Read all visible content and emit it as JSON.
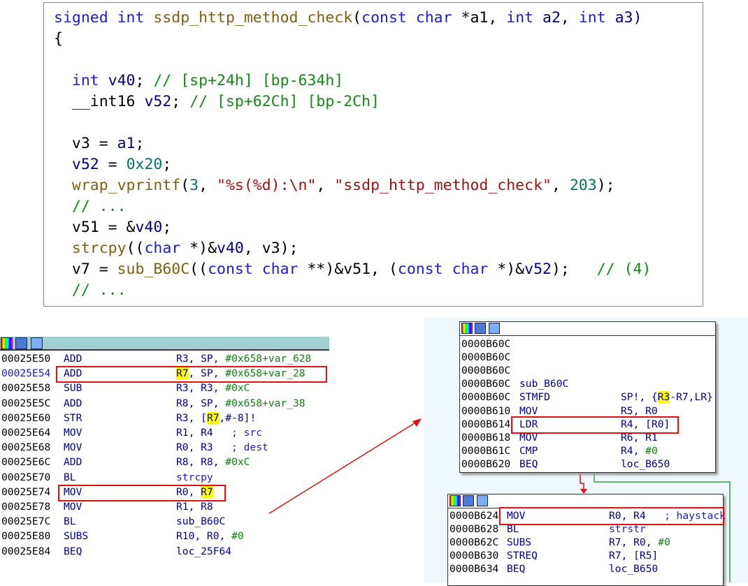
{
  "pseudocode": [
    [
      [
        "signed int ",
        "kw"
      ],
      [
        "ssdp_http_method_check",
        "fn"
      ],
      [
        "(",
        "pl"
      ],
      [
        "const char ",
        "kw"
      ],
      [
        "*a1, ",
        "pl"
      ],
      [
        "int ",
        "kw"
      ],
      [
        "a2, ",
        "id"
      ],
      [
        "int ",
        "kw"
      ],
      [
        "a3)",
        "id"
      ]
    ],
    [
      [
        "{",
        "pl"
      ]
    ],
    [],
    [
      [
        "  int ",
        "kw"
      ],
      [
        "v40",
        "id"
      ],
      [
        "; ",
        "pl"
      ],
      [
        "// [sp+24h] [bp-634h]",
        "cm"
      ]
    ],
    [
      [
        "  __int16 ",
        "pl"
      ],
      [
        "v52",
        "id"
      ],
      [
        "; ",
        "pl"
      ],
      [
        "// [sp+62Ch] [bp-2Ch]",
        "cm"
      ]
    ],
    [],
    [
      [
        "  v3 = ",
        "pl"
      ],
      [
        "a1",
        "id"
      ],
      [
        ";",
        "pl"
      ]
    ],
    [
      [
        "  v52",
        "id"
      ],
      [
        " = ",
        "pl"
      ],
      [
        "0x20",
        "num"
      ],
      [
        ";",
        "pl"
      ]
    ],
    [
      [
        "  wrap_vprintf",
        "fn"
      ],
      [
        "(",
        "pl"
      ],
      [
        "3",
        "num"
      ],
      [
        ", ",
        "pl"
      ],
      [
        "\"%s(%d):\\n\"",
        "str"
      ],
      [
        ", ",
        "pl"
      ],
      [
        "\"ssdp_http_method_check\"",
        "str"
      ],
      [
        ", ",
        "pl"
      ],
      [
        "203",
        "num"
      ],
      [
        ");",
        "pl"
      ]
    ],
    [
      [
        "  // ...",
        "cm"
      ]
    ],
    [
      [
        "  v51 = &",
        "pl"
      ],
      [
        "v40",
        "id"
      ],
      [
        ";",
        "pl"
      ]
    ],
    [
      [
        "  strcpy",
        "fn"
      ],
      [
        "((",
        "pl"
      ],
      [
        "char ",
        "kw"
      ],
      [
        "*)&",
        "pl"
      ],
      [
        "v40",
        "id"
      ],
      [
        ", v3);",
        "pl"
      ]
    ],
    [
      [
        "  v7 = ",
        "pl"
      ],
      [
        "sub_B60C",
        "fn"
      ],
      [
        "((",
        "pl"
      ],
      [
        "const char ",
        "kw"
      ],
      [
        "**)&v51, (",
        "pl"
      ],
      [
        "const char ",
        "kw"
      ],
      [
        "*)&",
        "pl"
      ],
      [
        "v52",
        "id"
      ],
      [
        ");   ",
        "pl"
      ],
      [
        "// (4)",
        "cm"
      ]
    ],
    [
      [
        "  // ...",
        "cm"
      ]
    ]
  ],
  "left_asm": [
    [
      "00025E50",
      "ADD",
      [
        [
          "R3, SP, ",
          "op"
        ],
        [
          "#0x658+var_628",
          "g"
        ]
      ]
    ],
    [
      "00025E54",
      "ADD",
      [
        [
          "R7",
          "hl"
        ],
        [
          ", SP, ",
          "op"
        ],
        [
          "#0x658+var_28",
          "g"
        ]
      ]
    ],
    [
      "00025E58",
      "SUB",
      [
        [
          "R3, R3, ",
          "op"
        ],
        [
          "#0xC",
          "g"
        ]
      ]
    ],
    [
      "00025E5C",
      "ADD",
      [
        [
          "R8, SP, ",
          "op"
        ],
        [
          "#0x658+var_38",
          "g"
        ]
      ]
    ],
    [
      "00025E60",
      "STR",
      [
        [
          "R3, [",
          "op"
        ],
        [
          "R7",
          "hl"
        ],
        [
          ",#-8]!",
          "op"
        ]
      ]
    ],
    [
      "00025E64",
      "MOV",
      [
        [
          "R1, R4   ",
          "op"
        ],
        [
          "; src",
          "cmt"
        ]
      ]
    ],
    [
      "00025E68",
      "MOV",
      [
        [
          "R0, R3   ",
          "op"
        ],
        [
          "; dest",
          "cmt"
        ]
      ]
    ],
    [
      "00025E6C",
      "ADD",
      [
        [
          "R8, R8, ",
          "op"
        ],
        [
          "#0xC",
          "g"
        ]
      ]
    ],
    [
      "00025E70",
      "BL",
      [
        [
          "strcpy",
          "cmt"
        ]
      ]
    ],
    [
      "00025E74",
      "MOV",
      [
        [
          "R0, ",
          "op"
        ],
        [
          "R7",
          "hl"
        ]
      ]
    ],
    [
      "00025E78",
      "MOV",
      [
        [
          "R1, R8",
          "op"
        ]
      ]
    ],
    [
      "00025E7C",
      "BL",
      [
        [
          "sub_B60C",
          "op"
        ]
      ]
    ],
    [
      "00025E80",
      "SUBS",
      [
        [
          "R10, R0, ",
          "op"
        ],
        [
          "#0",
          "g"
        ]
      ]
    ],
    [
      "00025E84",
      "BEQ",
      [
        [
          "loc_25F64",
          "op"
        ]
      ]
    ]
  ],
  "block1": [
    [
      "0000B60C",
      "",
      []
    ],
    [
      "0000B60C",
      "",
      []
    ],
    [
      "0000B60C",
      "",
      []
    ],
    [
      "0000B60C",
      "sub_B60C",
      []
    ],
    [
      "0000B60C",
      "STMFD",
      [
        [
          "SP!, {",
          "op"
        ],
        [
          "R3",
          "hl"
        ],
        [
          "-R7,LR}",
          "op"
        ]
      ]
    ],
    [
      "0000B610",
      "MOV",
      [
        [
          "R5, R0",
          "op"
        ]
      ]
    ],
    [
      "0000B614",
      "LDR",
      [
        [
          "R4, [R0]",
          "op"
        ]
      ]
    ],
    [
      "0000B618",
      "MOV",
      [
        [
          "R6, R1",
          "op"
        ]
      ]
    ],
    [
      "0000B61C",
      "CMP",
      [
        [
          "R4, ",
          "op"
        ],
        [
          "#0",
          "g"
        ]
      ]
    ],
    [
      "0000B620",
      "BEQ",
      [
        [
          "loc_B650",
          "op"
        ]
      ]
    ]
  ],
  "block2": [
    [
      "0000B624",
      "MOV",
      [
        [
          "R0, R4   ",
          "op"
        ],
        [
          "; haystack",
          "cmt"
        ]
      ]
    ],
    [
      "0000B628",
      "BL",
      [
        [
          "strstr",
          "cmt"
        ]
      ]
    ],
    [
      "0000B62C",
      "SUBS",
      [
        [
          "R7, R0, ",
          "op"
        ],
        [
          "#0",
          "g"
        ]
      ]
    ],
    [
      "0000B630",
      "STREQ",
      [
        [
          "R7, [R5]",
          "op"
        ]
      ]
    ],
    [
      "0000B634",
      "BEQ",
      [
        [
          "loc_B650",
          "op"
        ]
      ]
    ]
  ]
}
